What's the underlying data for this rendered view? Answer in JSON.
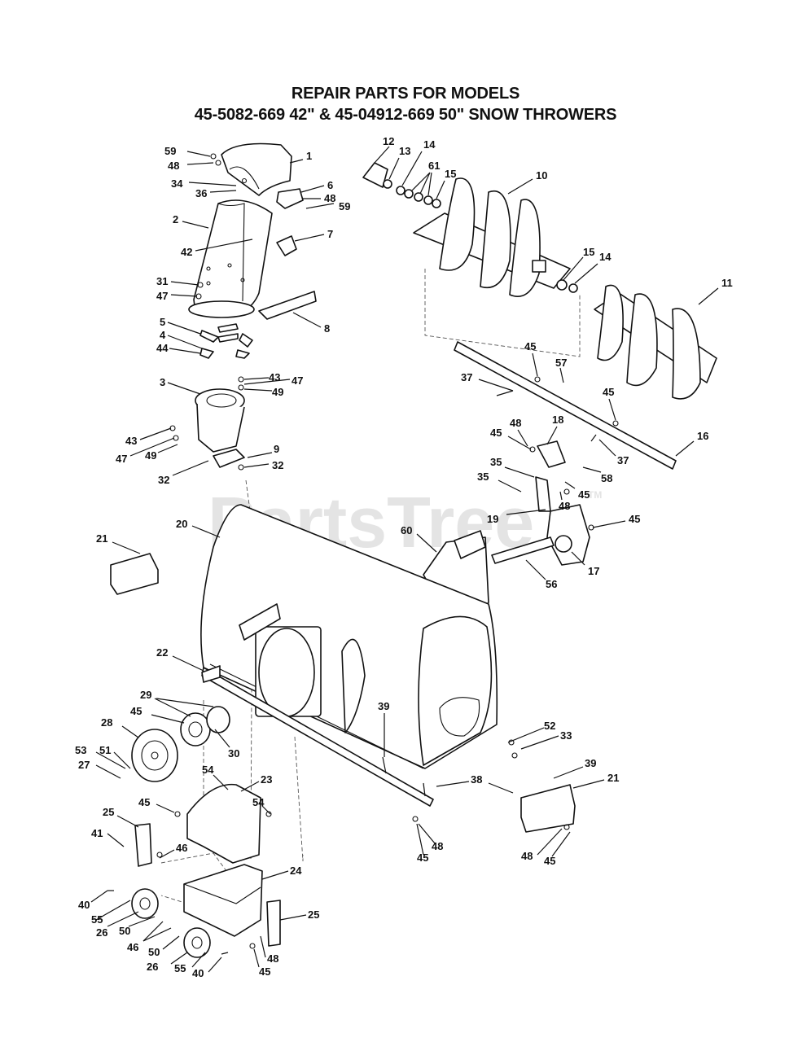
{
  "header": {
    "line1": "REPAIR PARTS FOR MODELS",
    "line2": "45-5082-669 42\" & 45-04912-669 50\" SNOW THROWERS"
  },
  "watermark": {
    "text": "PartsTree",
    "tm": "TM"
  },
  "callouts": {
    "c59a": "59",
    "c1": "1",
    "c48a": "48",
    "c34": "34",
    "c36": "36",
    "c6": "6",
    "c48b": "48",
    "c59b": "59",
    "c2": "2",
    "c42": "42",
    "c7": "7",
    "c31": "31",
    "c47a": "47",
    "c8": "8",
    "c5": "5",
    "c4": "4",
    "c44": "44",
    "c3": "3",
    "c43a": "43",
    "c47b": "47",
    "c49a": "49",
    "c43b": "43",
    "c47c": "47",
    "c49b": "49",
    "c9": "9",
    "c32a": "32",
    "c32b": "32",
    "c12": "12",
    "c13": "13",
    "c14a": "14",
    "c61": "61",
    "c15a": "15",
    "c10": "10",
    "c15b": "15",
    "c14b": "14",
    "c11": "11",
    "c45a": "45",
    "c57": "57",
    "c37a": "37",
    "c45b": "45",
    "c16": "16",
    "c37b": "37",
    "c45c": "45",
    "c48c": "48",
    "c18": "18",
    "c58": "58",
    "c35a": "35",
    "c35b": "35",
    "c45d": "45",
    "c48d": "48",
    "c19": "19",
    "c45e": "45",
    "c17": "17",
    "c56": "56",
    "c60": "60",
    "c20": "20",
    "c21a": "21",
    "c22": "22",
    "c29": "29",
    "c45f": "45",
    "c28": "28",
    "c30": "30",
    "c53": "53",
    "c51": "51",
    "c27": "27",
    "c39a": "39",
    "c52": "52",
    "c33": "33",
    "c39b": "39",
    "c38": "38",
    "c21b": "21",
    "c54a": "54",
    "c23": "23",
    "c45g": "45",
    "c54b": "54",
    "c25a": "25",
    "c41": "41",
    "c46a": "46",
    "c24": "24",
    "c40a": "40",
    "c55a": "55",
    "c26a": "26",
    "c50a": "50",
    "c46b": "46",
    "c50b": "50",
    "c26b": "26",
    "c55b": "55",
    "c40b": "40",
    "c25b": "25",
    "c48e": "48",
    "c45h": "45",
    "c48f": "48",
    "c45i": "45",
    "c48g": "48",
    "c45j": "45"
  }
}
